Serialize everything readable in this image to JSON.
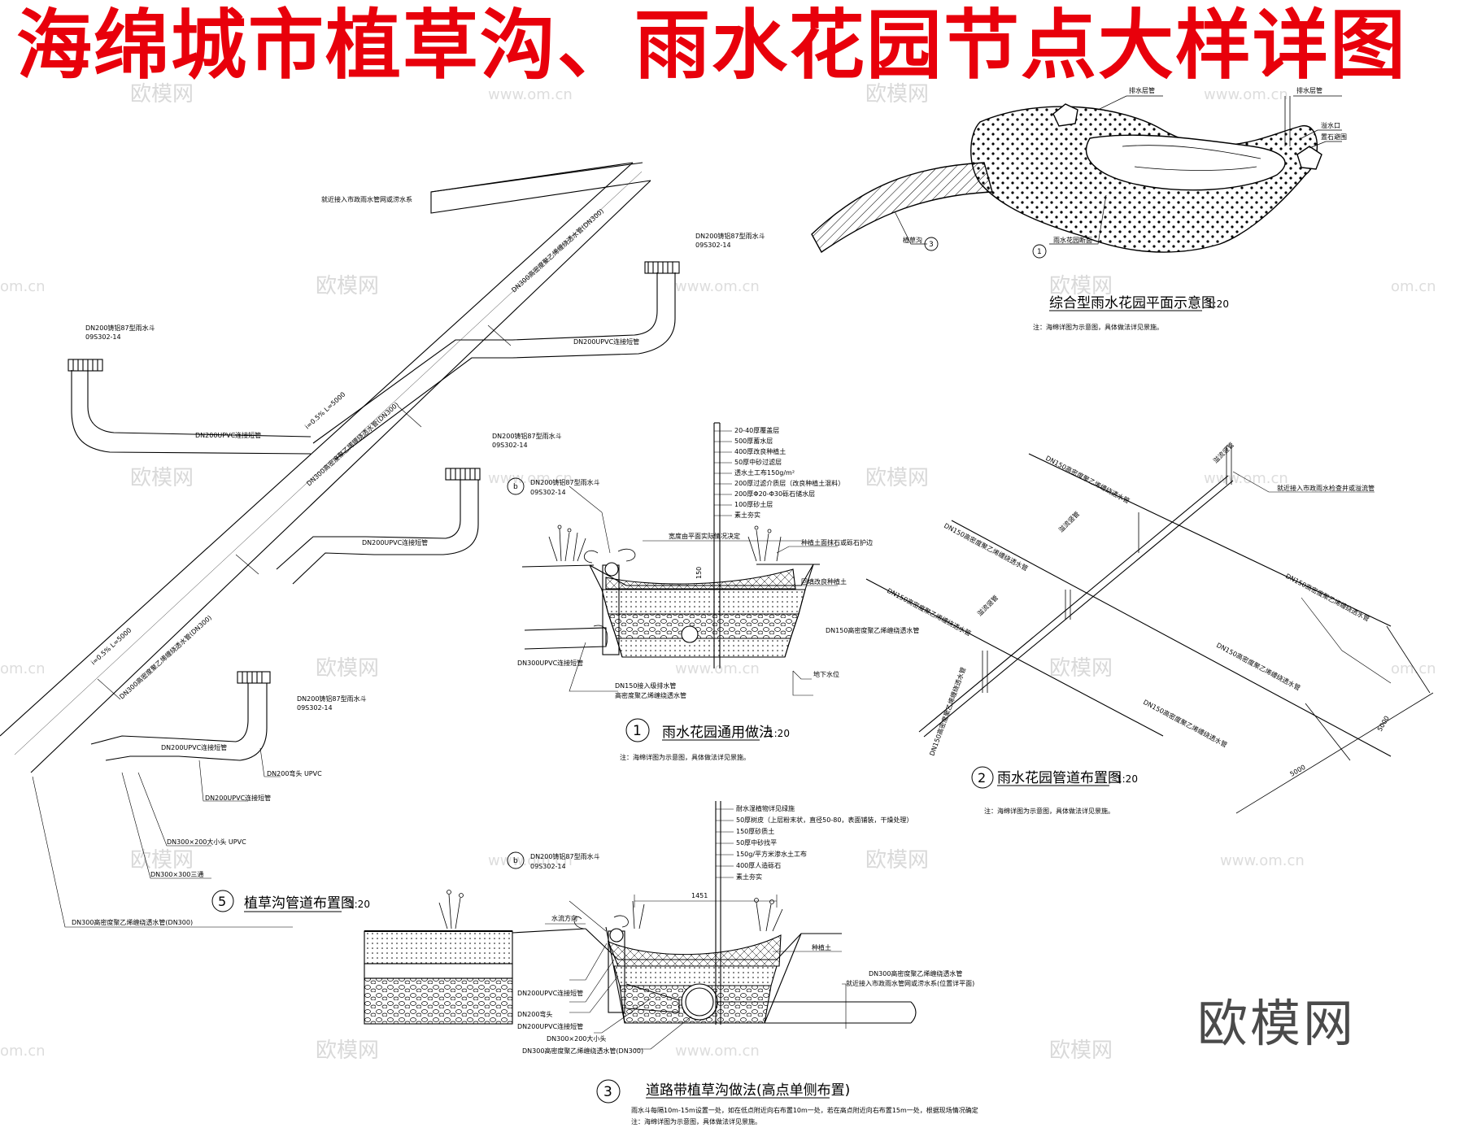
{
  "title": "海绵城市植草沟、雨水花园节点大样详图",
  "watermark": {
    "main": "欧模网",
    "small": "www.om.cn",
    "edge": "om.cn"
  },
  "colors": {
    "title": "#e8000b",
    "ink": "#000000",
    "watermark": "#d9d9d9"
  },
  "plan_view": {
    "caption": "综合型雨水花园平面示意图",
    "scale": "1:20",
    "note": "注：海绵详图为示意图，具体做法详见景施。",
    "labels": {
      "overflow": "溢水口",
      "stone": "置石避围",
      "plant": "植草沟",
      "section": "雨水花园断面",
      "top1": "排水层管",
      "top2": "排水层管"
    },
    "markers": {
      "plant": "3",
      "section": "1"
    }
  },
  "pipe_layout": {
    "caption": "植草沟管道布置图",
    "scale": "1:20",
    "marker": "5",
    "labels": {
      "outlet": "就近接入市政雨水管网或涝水系",
      "inlet_a": "DN200铸铝87型雨水斗",
      "inlet_code": "09S302-14",
      "branch": "DN200UPVC连接短管",
      "main_pipe": "DN300高密度聚乙烯缠绕透水管(DN300)",
      "slope": "i=0.5% L=5000",
      "elbow": "DN200弯头 UPVC",
      "reducer": "DN300×200大小头 UPVC",
      "tee": "DN300×300三通",
      "bottom": "DN300高密度聚乙烯缠绕透水管(DN300)"
    }
  },
  "garden_section": {
    "marker": "1",
    "inlet_marker": "b",
    "caption": "雨水花园通用做法",
    "scale": "1:20",
    "note": "注：海绵详图为示意图，具体做法详见景施。",
    "inlet": "DN200铸铝87型雨水斗",
    "inlet_code": "09S302-14",
    "layers": [
      "20-40厚覆盖层",
      "500厚蓄水层",
      "400厚改良种植土",
      "50厚中砂过滤层",
      "透水土工布150g/m²",
      "200厚过滤介质层（改良种植土混料）",
      "200厚Φ20-Φ30砾石储水层",
      "100厚砂土层",
      "素土夯实"
    ],
    "width_note": "宽度由平面实际情况决定",
    "edge": "种植土面抹石或砾石护边",
    "soil": "回填改良种植土",
    "dim": "150",
    "pipe": "DN300UPVC连接短管",
    "drain": "DN150接入级排水管",
    "drain2": "高密度聚乙烯缠绕透水管",
    "water": "地下水位"
  },
  "garden_pipes": {
    "marker": "2",
    "caption": "雨水花园管道布置图",
    "scale": "1:20",
    "note": "注：海绵详图为示意图，具体做法详见景施。",
    "labels": {
      "outlet": "就近接入市政雨水检查井或溢流管",
      "pipe": "DN150高密度聚乙烯缠绕透水管",
      "riser": "溢流竖管",
      "main": "DN150高密度聚乙烯缠绕透水管"
    },
    "dim_a": "5000",
    "dim_b": "5000"
  },
  "road_section": {
    "marker": "3",
    "inlet_marker": "b",
    "caption": "道路带植草沟做法(高点单侧布置)",
    "note1": "雨水斗每隔10m-15m设置一处，如在低点附近向右布置10m一处，若在高点附近向右布置15m一处，根据现场情况确定",
    "note2": "注：海绵详图为示意图，具体做法详见景施。",
    "inlet": "DN200铸铝87型雨水斗",
    "inlet_code": "09S302-14",
    "layers": [
      "耐水湿植物详见绿施",
      "50厚树皮（上层粉末状，直径50-80，表面铺装，干燥处理）",
      "150厚砂质土",
      "50厚中砂找平",
      "150g/平方米渗水土工布",
      "400厚人造砾石",
      "素土夯实"
    ],
    "dim": "1451",
    "flow": "水流方向",
    "soil": "种植土",
    "main_pipe": "DN300高密度聚乙烯缠绕透水管",
    "outlet": "就近接入市政雨水管网或涝水系(位置详平面)",
    "p1": "DN200UPVC连接短管",
    "p2": "DN200弯头",
    "p3": "DN200UPVC连接短管",
    "p4": "DN300×200大小头",
    "p5": "DN300高密度聚乙烯缠绕透水管(DN300)"
  }
}
